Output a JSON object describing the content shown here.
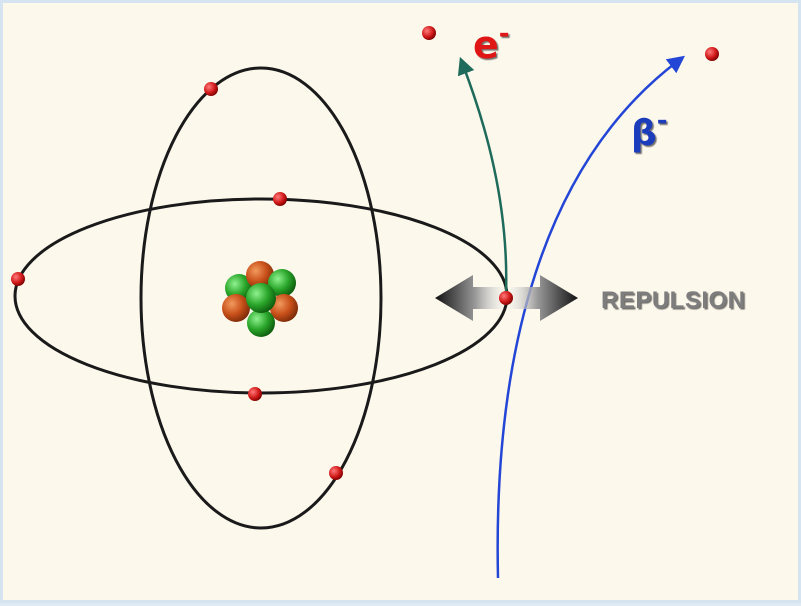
{
  "labels": {
    "electron_symbol": "e",
    "electron_superscript": "-",
    "beta_symbol": "β",
    "beta_superscript": "-",
    "repulsion": "REPULSION"
  },
  "colors": {
    "background": "#fdf8ec",
    "orbit": "#1a1a1a",
    "electron_dot": "#d11a1a",
    "electron_path": "#1f6b5b",
    "beta_path": "#2346d6",
    "proton": "#c8501a",
    "neutron": "#2aa62a",
    "repulsion_text": "#7d7d7d"
  }
}
